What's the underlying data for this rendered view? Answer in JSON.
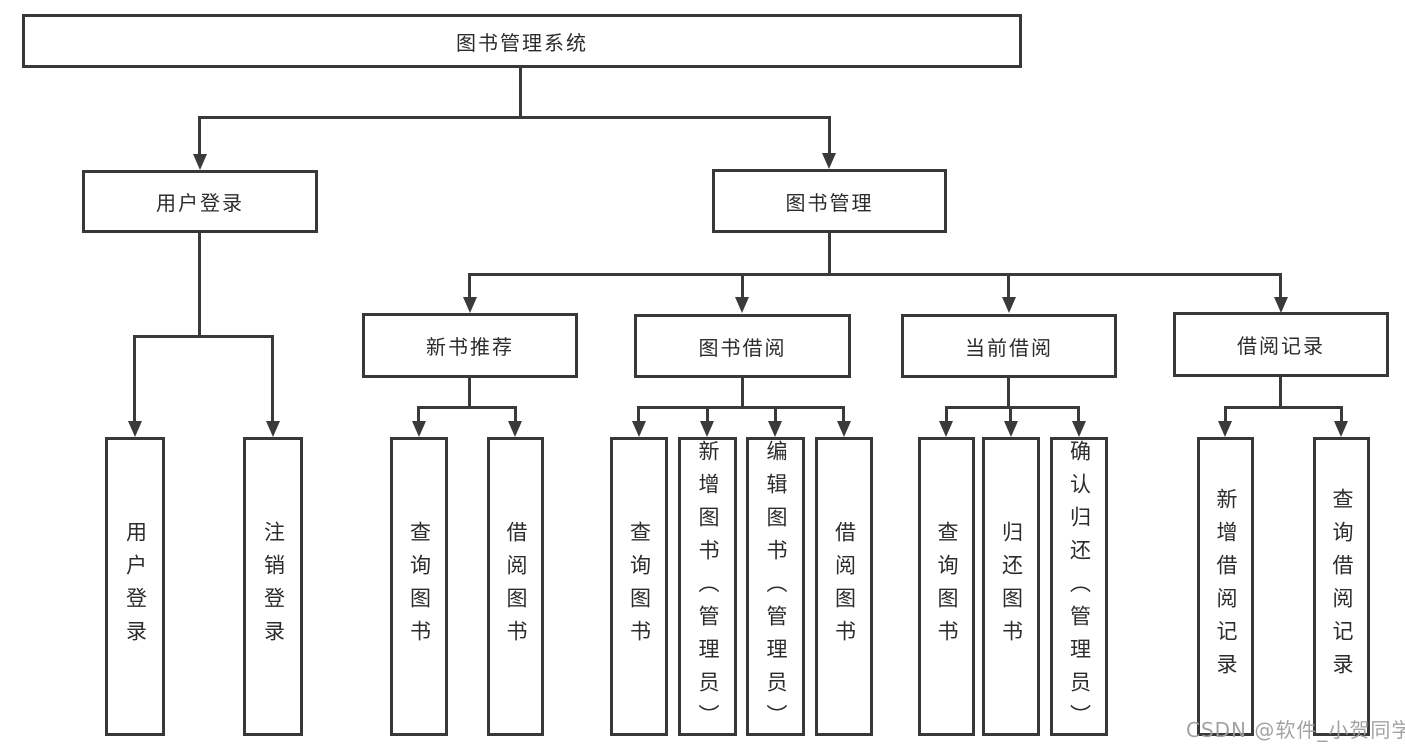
{
  "diagram": {
    "type": "tree-diagram",
    "title": "图书管理系统",
    "watermark": "CSDN @软件_小贺同学",
    "colors": {
      "line": "#3a3a3a",
      "box_border": "#383838",
      "text": "#2c2c2c",
      "watermark": "#9e9e9e",
      "background": "#ffffff"
    },
    "tree": {
      "label": "图书管理系统",
      "children": [
        {
          "label": "用户登录",
          "children": [
            {
              "label": "用户登录"
            },
            {
              "label": "注销登录"
            }
          ]
        },
        {
          "label": "图书管理",
          "children": [
            {
              "label": "新书推荐",
              "children": [
                {
                  "label": "查询图书"
                },
                {
                  "label": "借阅图书"
                }
              ]
            },
            {
              "label": "图书借阅",
              "children": [
                {
                  "label": "查询图书"
                },
                {
                  "label": "新增图书（管理员）"
                },
                {
                  "label": "编辑图书（管理员）"
                },
                {
                  "label": "借阅图书"
                }
              ]
            },
            {
              "label": "当前借阅",
              "children": [
                {
                  "label": "查询图书"
                },
                {
                  "label": "归还图书"
                },
                {
                  "label": "确认归还（管理员）"
                }
              ]
            },
            {
              "label": "借阅记录",
              "children": [
                {
                  "label": "新增借阅记录"
                },
                {
                  "label": "查询借阅记录"
                }
              ]
            }
          ]
        }
      ]
    }
  }
}
